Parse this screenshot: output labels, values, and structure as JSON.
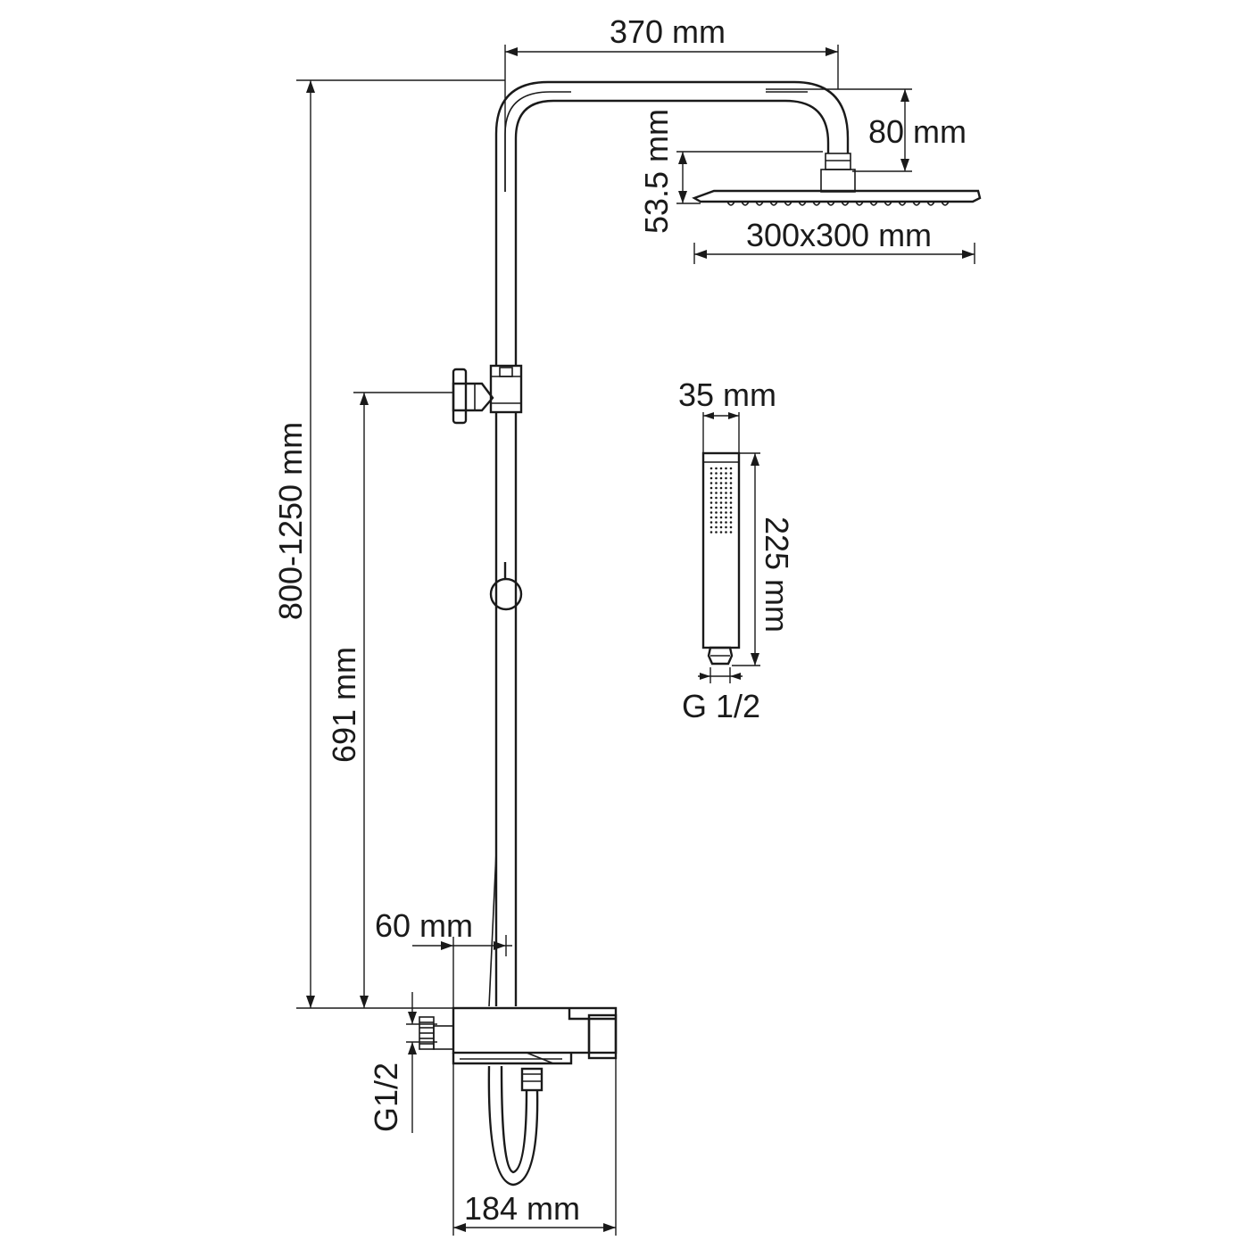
{
  "diagram": {
    "labels": {
      "head_arm_length": "370 mm",
      "head_arm_drop": "80 mm",
      "head_height": "53.5 mm",
      "head_size": "300x300 mm",
      "hand_shower_width": "35 mm",
      "hand_shower_length": "225 mm",
      "hand_shower_thread": "G 1/2",
      "total_height": "800-1250 mm",
      "holder_height": "691 mm",
      "mixer_offset": "60 mm",
      "inlet_thread": "G1/2",
      "mixer_width": "184 mm"
    }
  }
}
